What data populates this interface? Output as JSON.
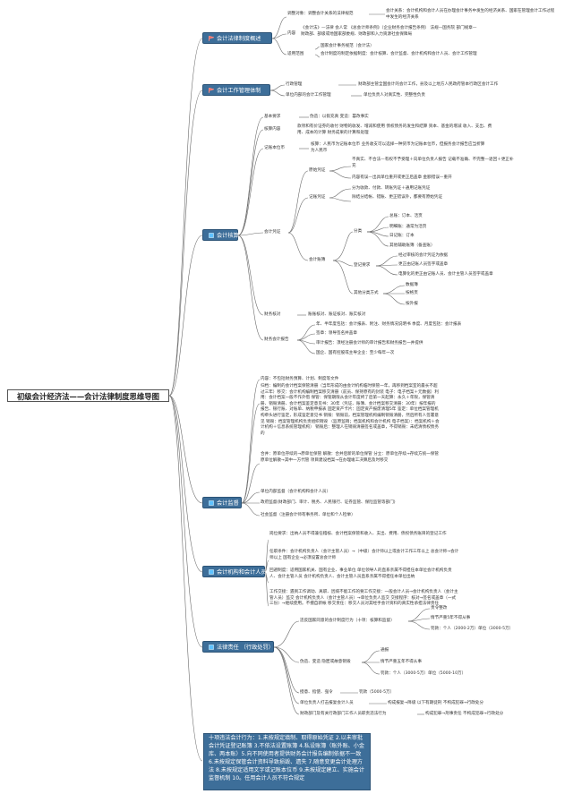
{
  "root": "初级会计经济法——会计法律制度思维导图",
  "colors": {
    "category_fill": "#3d6e99",
    "line": "#6a6a6a",
    "red_icon": "#d9534f",
    "blue_icon": "#2f7fcf"
  },
  "categories": {
    "c1": "会计法律制度概述",
    "c2": "会计工作管理体制",
    "c3": "会计核算",
    "c4": "会计监督",
    "c5": "会计机构和会计人员",
    "c6": "法律责任 （行政处罚）"
  },
  "c1": {
    "adj": "调整对象：调整会计关系的法律规范",
    "adj_d": "会计关系：会计机构和会计人员在办理会计事务中发生的经济关系、国家在管理会计工作过程中发生的经济关系",
    "content": "内容",
    "content_d": "《会计法》—法律  会人常 《总会计师条例》（企业财务会计报告条例） 法规—国务院 部门规章—财政部、部级或地国家部委规、财政部和入力资源社会保障局",
    "scope": "适用范围",
    "scope_1": "国家会计事务规范（会计法）",
    "scope_2": "会计制度的制定依据制度：会计核算、会计监督、会计机构和会计人员、会计工作管理"
  },
  "c2": {
    "admin": "行政管理",
    "admin_d": "财政部主管全国会计的会计工作，县及以上地方人民政府管本行政区会计工作",
    "unit": "单位内部的会计工作管理",
    "unit_d": "单位负责人对真实性、完整性负责"
  },
  "c3": {
    "basic": "基本要求",
    "basic_d": "伪造：以假充真 变造：篡改事实",
    "basis": "核算内容",
    "basis_d": "款项和有价证券的收付 财物的收发、增减和使用 债权债务的发生和结算 资本、基金的增减 收入、支出、费用、成本的计算 财务成果的计算和处理",
    "period": "记账本位币",
    "period_d": "核算：人民币为记账本位币  业务收支可以选择一种货币为记账本位币，但报务会计报告应当折算为人民币",
    "voucher": "会计凭证",
    "orig": "原始凭证",
    "orig_1": "不真实、不合法—有权不予受理＋向单位负责人报告 记载不准确、不完整—退回＋更正补充",
    "orig_2": "内容有误—出具单位重开或更正后盖章 金额错误—重开",
    "acct": "记账凭证",
    "acct_1": "分为收款、付款、转账凭证＋通用记账凭证",
    "acct_2": "除结分结帐、错账、更正错误外，都要有原始凭证",
    "books": "会计账簿",
    "class": "分类",
    "class_1": "总账：订本、活页",
    "class_2": "明细账：通常为活页",
    "class_3": "日记账：订本",
    "class_4": "其他辅助账簿（备查账）",
    "reg": "登记要求",
    "reg_1": "经过审核的会计凭证为依据",
    "reg_2": "更正由记账人员签字或盖章",
    "reg_3": "电算化的更正由记账人员、会计主管人员签字或盖章",
    "other": "其他分类方式",
    "other_1": "数据簿",
    "other_2": "按格页",
    "other_3": "按外报",
    "check": "财务核对",
    "check_d": "账账核对、账证核对、账实核对",
    "report": "财务会计报告",
    "report_1": "年、半年度包括：会计报表、附注、财务情况说明书 季度、月度包括：会计报表",
    "report_2": "签章：领导签名并盖章",
    "report_3": "审计报告：须经注册会计师的审计报告和财务报告一并提供",
    "report_4": "国企、国有控股或主导企业：至少每年一次"
  },
  "c4": {
    "internal": "内容：不包括财务预算、计划、制度等文件",
    "internal_2": "归档：编制的会计档案保管清册（当年形成的由会计机构临时保管一年，再移到档案室的最长不超过三年）移交：会计机构编制档案移交清册（前员、保持原有的封装 电子：电子档案＋元数据）利用：会计档案一般不作外借 保管：保管期限从会计年度终了后第一天起算：永久＋年限，保管清册、销毁清册、会计档案鉴定意见书：30年（凭证、账簿、会计档案移交清册：30年）按年报的报告、银行账、对账单、纳税申报表 固定资产卡片：固定资产报废清理5年 鉴定：单位档案管理机构牵头进行鉴定，形成鉴定意见书 销毁：销毁前，档案管理机构编制销毁清册，然后所有人签署意见 销毁：档案管理机构负责组织销毁  （监原监销；档案机构和会计机构 电子档案）：档案机构＋会计机构＋信息系统管理机构）  销毁后：整理人在销毁清册签名或盖章，不得销毁：未结清债权债务的",
    "internal_3": "合并：原单位存续的→原单位保管 解散：合并后新的单位保管 分立：原单位存续→存续方统一保管 原单位解散→其中一方代管 项目建设档案→在办理竣工决算后及时移交",
    "body": "单位内部监督（会计机构和会计人员）",
    "gov": "政府监督(财政部门、审计、税务、人民银行、证券监管、保险监管等部门)",
    "social": "社会监督（注册会计师有事务所、单位和个人检举）"
  },
  "c5": {
    "p1": "岗位要求：出纳人员不得兼任稽核、会计档案保管和收入、支出、费用、债权债务账目的登记工作",
    "p2": "任职条件：会计机构负责人（会计主管人员）→（中级）会计师以上或会计工作三年以上 总会计师→会计师以上 国有企业→必须设置总会计师",
    "p3": "回避制度：适用国家机关、国有企业、事业单位 单位领导人的直系亲属不得担任本单位会计机构负责人、会计主管人员 会计机构负责人、会计主管人员直系亲属不得担任本单位出纳",
    "p4": "工作交接：遇到工作调动、离职、因病不能工作的要工作交接：一般会计人员→会计机构负责人（会计主管人员）监交  会计机构负责人（会计主管人员）→单位负责人监交 交接程序：核对→签名或盖章（一式三份）→继续使用。不擅自新帐 移交责任：移交人员对其经手会计资料的真实性承担法律责任"
  },
  "c6": {
    "g1": "违反国家同意的会计制度行为（十项：核算和监督）",
    "g1_1": "责令整改",
    "g1_2": "情节严重5年不得从事",
    "g1_3": "罚款：个人（2000-2万）单位（3000-5万）",
    "g2": "伪造、变造 隐匿或故意销毁",
    "g2_1": "通报",
    "g2_2": "情节严重五年不得从事",
    "g2_3": "罚款：个人（3000-5万）单位（5000-10万）",
    "g3": "授意、指使、强令",
    "g3_d": "罚款（5000-5万）",
    "g4": "单位负责人打击报复会计人员",
    "g4_d": "构成报复→降级 以下有期徒刑 不构成犯罪→行政处分",
    "g5": "财政部门及有关行政部门工作人员职责违法行为",
    "g5_d": "构成犯罪→刑事责任 不构成犯罪→行政处分"
  },
  "summary": "十项违法会计行为：1.未按规定填制、取得原始凭证 2.以未审批会计凭证登记账簿 3.不依法设置账簿 4.私设账簿（账外账、小金库、两本账）5.向不同使用者提供财务会计报告编制依据不一致 6.未按规定保管会计资料导致损毁、遗失 7.随意变更会计处理方法 8.未按规定适用文字或记账本位币 9.未按规定建立、实施会计监督机制 10。任用会计人员不符合规定"
}
